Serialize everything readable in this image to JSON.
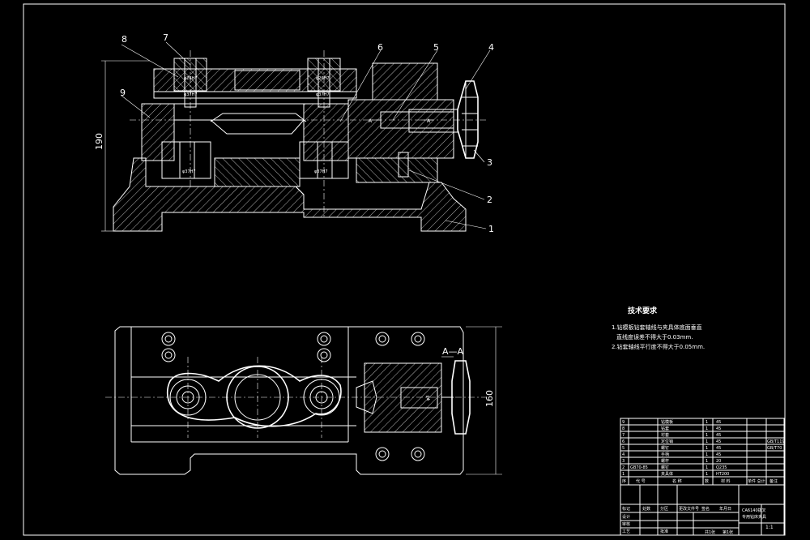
{
  "callouts": [
    "1",
    "2",
    "3",
    "4",
    "5",
    "6",
    "7",
    "8",
    "9"
  ],
  "dimensions": {
    "height": "190",
    "width": "160",
    "d_top_left": "φ26H7",
    "d_top_right": "φ26H7",
    "d_top_left_b": "φ37H7",
    "d_top_right_b": "φ37H7",
    "d_bottom_left": "φ37H7",
    "d_bottom_right": "φ37H7",
    "pin": "φ8"
  },
  "section_label": "A—A",
  "section_arrow_left": "A",
  "section_arrow_right": "A",
  "tech_requirements": {
    "title": "技术要求",
    "line1": "1.钻模板钻套轴线与夹具体底面垂直",
    "line1b": "直线度误差不得大于0.03mm.",
    "line2": "2.钻套轴线平行度不得大于0.05mm."
  },
  "bom": {
    "rows": [
      {
        "no": "9",
        "code": "",
        "name": "钻模板",
        "qty": "1",
        "material": "45",
        "note": ""
      },
      {
        "no": "8",
        "code": "",
        "name": "钻套",
        "qty": "1",
        "material": "45",
        "note": ""
      },
      {
        "no": "7",
        "code": "",
        "name": "衬套",
        "qty": "1",
        "material": "45",
        "note": ""
      },
      {
        "no": "6",
        "code": "",
        "name": "定位销",
        "qty": "1",
        "material": "45",
        "note": "GB/T119"
      },
      {
        "no": "5",
        "code": "",
        "name": "螺钉",
        "qty": "1",
        "material": "45",
        "note": "GB/T70"
      },
      {
        "no": "4",
        "code": "",
        "name": "手柄",
        "qty": "1",
        "material": "45",
        "note": ""
      },
      {
        "no": "3",
        "code": "",
        "name": "螺杆",
        "qty": "1",
        "material": "20",
        "note": ""
      },
      {
        "no": "2",
        "code": "GB70-85",
        "name": "螺钉",
        "qty": "1",
        "material": "Q235",
        "note": ""
      },
      {
        "no": "1",
        "code": "",
        "name": "夹具体",
        "qty": "1",
        "material": "HT200",
        "note": ""
      }
    ],
    "header": {
      "no": "序",
      "code": "代 号",
      "name": "名 称",
      "qty": "数",
      "material": "材 料",
      "weight": "单件 总计",
      "note": "备注"
    },
    "title_block": {
      "drawing_name": "CA6140拨叉",
      "drawing_name2": "专用钻床夹具",
      "scale": "1:1",
      "sheet": "共1张",
      "sheet2": "第1张",
      "labels": [
        "标记",
        "处数",
        "分区",
        "更改文件号",
        "签名",
        "年月日",
        "设计",
        "审核",
        "工艺",
        "批准"
      ]
    }
  }
}
